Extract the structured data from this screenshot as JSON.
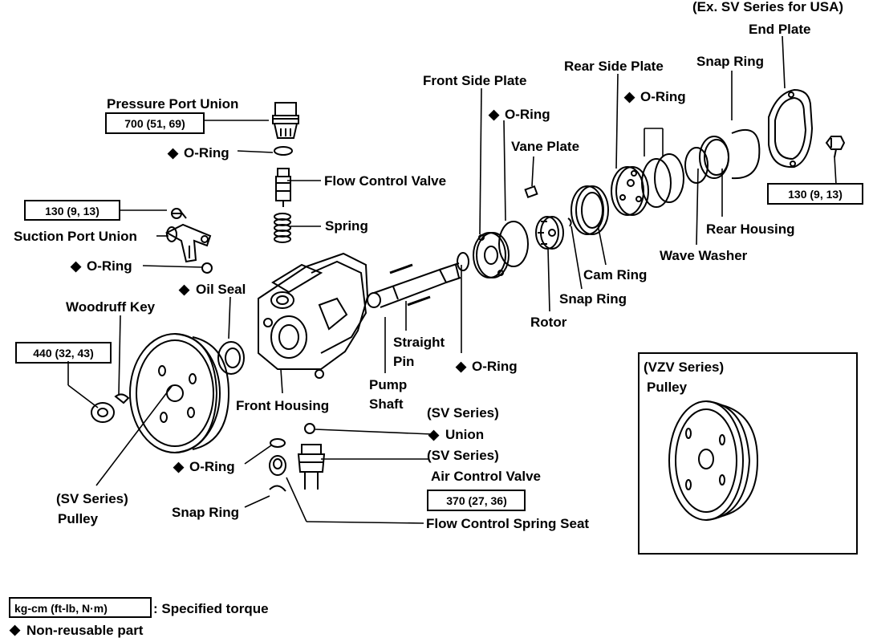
{
  "labels": {
    "ex_sv_series": "(Ex. SV Series for USA)",
    "end_plate": "End Plate",
    "snap_ring_top": "Snap Ring",
    "rear_side_plate": "Rear Side Plate",
    "o_ring_rear": "O-Ring",
    "front_side_plate": "Front Side Plate",
    "o_ring_front_plate": "O-Ring",
    "vane_plate": "Vane Plate",
    "pressure_port_union": "Pressure Port Union",
    "o_ring_pressure": "O-Ring",
    "flow_control_valve": "Flow Control Valve",
    "spring": "Spring",
    "suction_port_union": "Suction Port Union",
    "o_ring_suction": "O-Ring",
    "oil_seal": "Oil Seal",
    "woodruff_key": "Woodruff Key",
    "rear_housing": "Rear Housing",
    "wave_washer": "Wave Washer",
    "cam_ring": "Cam Ring",
    "snap_ring_mid": "Snap Ring",
    "rotor": "Rotor",
    "straight_pin_1": "Straight",
    "straight_pin_2": "Pin",
    "o_ring_shaft": "O-Ring",
    "pump_shaft_1": "Pump",
    "pump_shaft_2": "Shaft",
    "front_housing": "Front Housing",
    "sv_series_union": "(SV Series)",
    "union": "Union",
    "sv_series_acv": "(SV Series)",
    "air_control_valve": "Air Control Valve",
    "o_ring_bottom": "O-Ring",
    "snap_ring_bottom": "Snap Ring",
    "flow_control_spring_seat": "Flow Control Spring Seat",
    "sv_series_pulley": "(SV Series)",
    "pulley_sv": "Pulley",
    "vzv_series": "(VZV Series)",
    "pulley_vzv": "Pulley"
  },
  "torques": {
    "pressure_port": "700 (51, 69)",
    "suction_port": "130 (9, 13)",
    "pulley_nut": "440 (32, 43)",
    "end_plate_bolt": "130 (9, 13)",
    "air_control_valve": "370 (27, 36)"
  },
  "legend": {
    "torque_box": "kg-cm (ft-lb, N·m)",
    "torque_text": ": Specified torque",
    "nonreusable_text": "Non-reusable part"
  },
  "symbols": {
    "nonreusable": "◆"
  }
}
